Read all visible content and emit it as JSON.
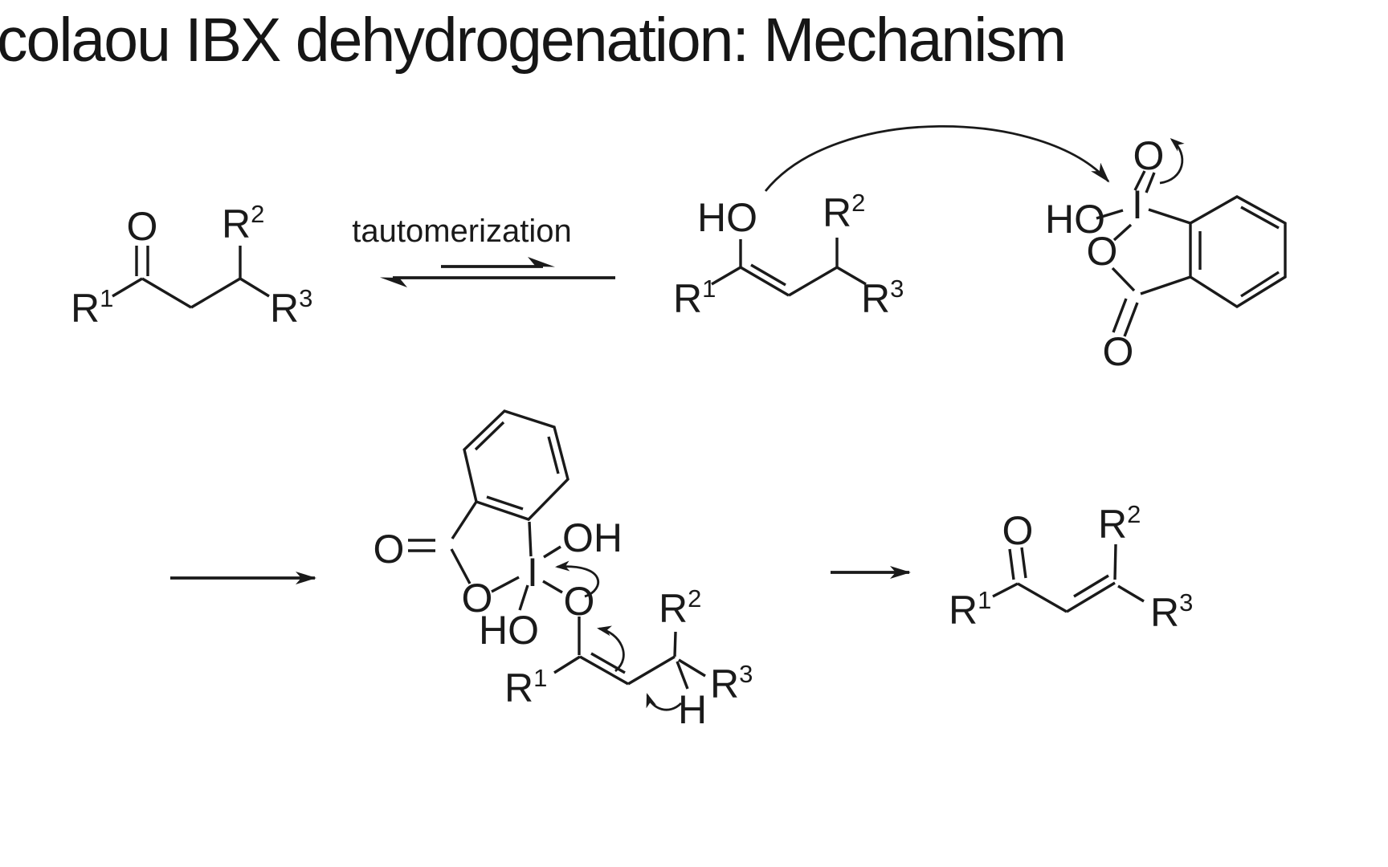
{
  "title": "colaou IBX dehydrogenation: Mechanism",
  "reaction": {
    "step1_label": "tautomerization"
  },
  "atoms": {
    "O": "O",
    "HO": "HO",
    "OH": "OH",
    "I": "I",
    "H": "H",
    "R": "R",
    "sup1": "1",
    "sup2": "2",
    "sup3": "3"
  }
}
